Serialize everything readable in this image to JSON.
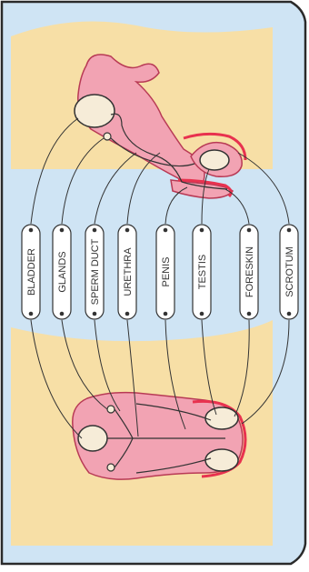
{
  "colors": {
    "background": "#cfe4f4",
    "skin": "#f7dfa6",
    "organ_fill": "#f2a3b3",
    "organ_stroke": "#b83a55",
    "highlight": "#e8324f",
    "gland_fill": "#f6ecd8",
    "line": "#333333",
    "frame": "#2a2a2a",
    "label_fill": "#ffffff"
  },
  "labels": [
    {
      "id": "bladder",
      "text": "BLADDER"
    },
    {
      "id": "glands",
      "text": "GLANDS"
    },
    {
      "id": "sperm-duct",
      "text": "SPERM DUCT"
    },
    {
      "id": "urethra",
      "text": "URETHRA"
    },
    {
      "id": "penis",
      "text": "PENIS"
    },
    {
      "id": "testis",
      "text": "TESTIS"
    },
    {
      "id": "foreskin",
      "text": "FORESKIN"
    },
    {
      "id": "scrotum",
      "text": "SCROTUM"
    }
  ]
}
